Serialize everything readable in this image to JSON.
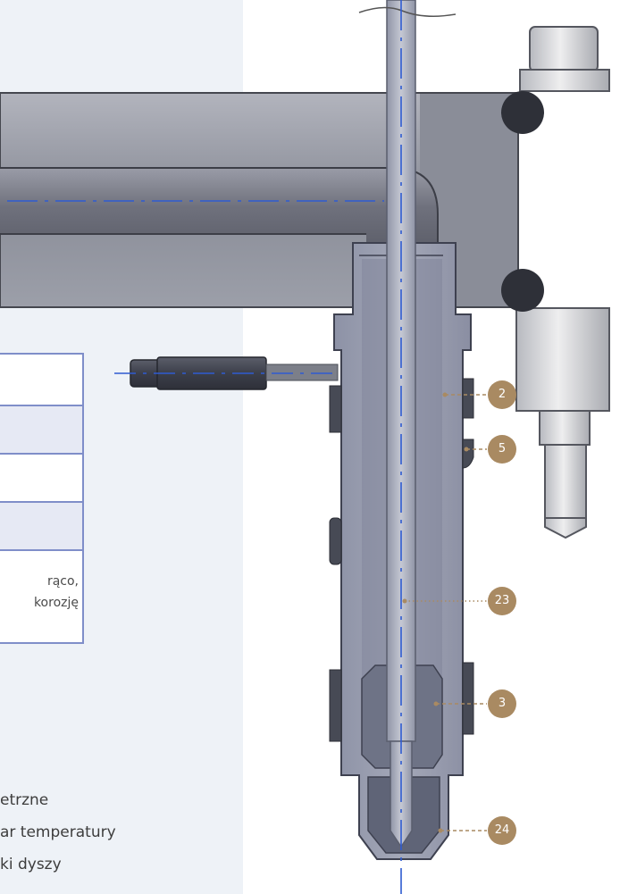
{
  "table": {
    "rows": [
      {
        "text": ""
      },
      {
        "text": ""
      },
      {
        "text": ""
      },
      {
        "text": ""
      },
      {
        "line1": "rąco,",
        "line2": "korozję"
      }
    ]
  },
  "features": [
    {
      "text": "etrzne"
    },
    {
      "text": "ar temperatury"
    },
    {
      "text": "ki dyszy"
    }
  ],
  "callouts": [
    {
      "label": "2"
    },
    {
      "label": "5"
    },
    {
      "label": "23"
    },
    {
      "label": "3"
    },
    {
      "label": "24"
    }
  ],
  "colors": {
    "accent": "#a98a62",
    "table_border": "#7f8ec9",
    "center_line": "#2f5bd1"
  }
}
